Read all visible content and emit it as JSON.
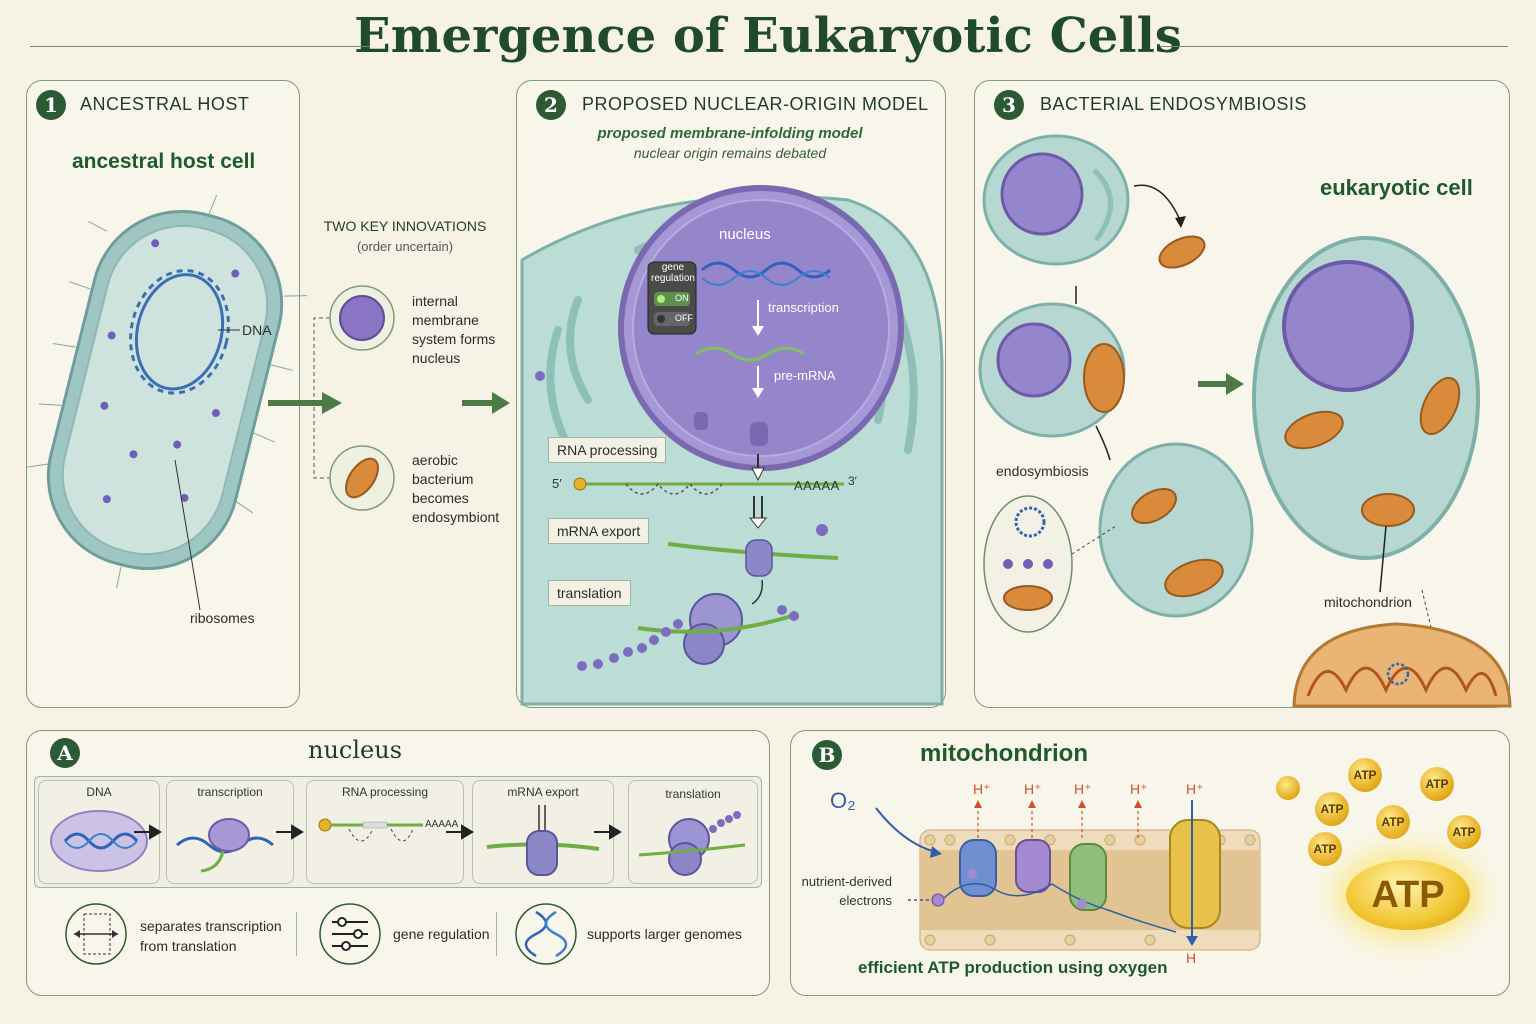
{
  "title": "Emergence of Eukaryotic Cells",
  "panel1": {
    "number": "1",
    "title": "ANCESTRAL HOST",
    "subtitle": "ancestral host cell",
    "dna_label": "DNA",
    "ribosomes_label": "ribosomes"
  },
  "innovations": {
    "heading": "TWO KEY INNOVATIONS",
    "note": "(order uncertain)",
    "items": [
      {
        "lines": [
          "internal",
          "membrane",
          "system forms",
          "nucleus"
        ]
      },
      {
        "lines": [
          "aerobic",
          "bacterium",
          "becomes",
          "endosymbiont"
        ]
      }
    ]
  },
  "panel2": {
    "number": "2",
    "title": "PROPOSED NUCLEAR-ORIGIN MODEL",
    "subtitle": "proposed membrane-infolding model",
    "note": "nuclear origin remains debated",
    "nucleus_label": "nucleus",
    "gene_regulation": {
      "label": "gene regulation",
      "on": "ON",
      "off": "OFF"
    },
    "transcription": "transcription",
    "pre_mrna": "pre-mRNA",
    "rna_processing": "RNA processing",
    "five_prime": "5′",
    "poly_a": "AAAAA",
    "three_prime": "3′",
    "mrna_export": "mRNA export",
    "translation": "translation"
  },
  "panel3": {
    "number": "3",
    "title": "BACTERIAL ENDOSYMBIOSIS",
    "eukaryotic_cell": "eukaryotic cell",
    "endosymbiosis": "endosymbiosis",
    "mitochondrion": "mitochondrion"
  },
  "panelA": {
    "letter": "A",
    "title": "nucleus",
    "steps": [
      "DNA",
      "transcription",
      "RNA processing",
      "mRNA export",
      "translation"
    ],
    "poly_a": "AAAAA",
    "benefits": [
      {
        "icon": "split-arrows-icon",
        "lines": [
          "separates transcription",
          "from translation"
        ]
      },
      {
        "icon": "slider-controls-icon",
        "lines": [
          "gene regulation"
        ]
      },
      {
        "icon": "dna-helix-icon",
        "lines": [
          "supports larger genomes"
        ]
      }
    ]
  },
  "panelB": {
    "letter": "B",
    "title": "mitochondrion",
    "o2": "O₂",
    "protons": [
      "H⁺",
      "H⁺",
      "H⁺",
      "H⁺",
      "H⁺"
    ],
    "h_bottom": "H",
    "electrons": [
      "nutrient-derived",
      "electrons"
    ],
    "caption": "efficient ATP production using oxygen",
    "atp_small": [
      "ATP",
      "ATP",
      "ATP",
      "ATP",
      "ATP",
      "ATP"
    ],
    "atp_big": "ATP"
  }
}
